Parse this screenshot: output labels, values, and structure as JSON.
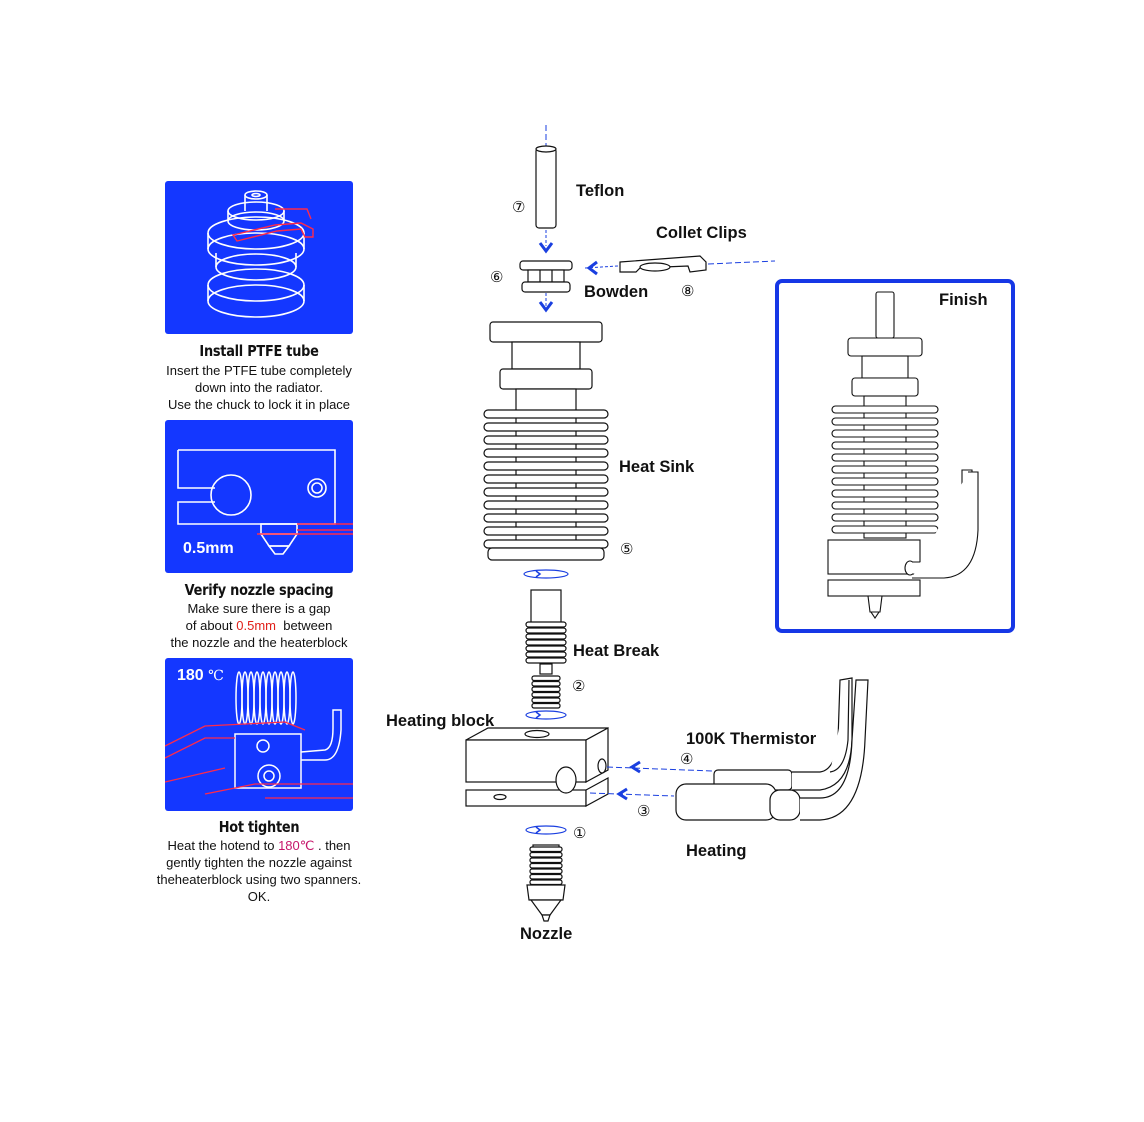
{
  "steps": [
    {
      "title": "Install PTFE tube",
      "lines": [
        "Insert the PTFE tube completely",
        "down into the radiator.",
        "Use the chuck to lock it in place"
      ]
    },
    {
      "title": "Verify nozzle spacing",
      "panel_label": "0.5mm",
      "line1": "Make sure there is a gap",
      "line2_pre": "of about ",
      "line2_highlight": "0.5mm",
      "line2_post": "  between",
      "line3": "the nozzle and the heaterblock"
    },
    {
      "title": "Hot tighten",
      "panel_label": "180",
      "panel_unit": "℃",
      "line1_pre": "Heat the hotend to ",
      "line1_highlight": "180℃",
      "line1_post": " . then",
      "line2": "gently tighten the nozzle against",
      "line3": "theheaterblock using two spanners.",
      "line4": "OK."
    }
  ],
  "parts": {
    "teflon": "Teflon",
    "collet_clips": "Collet Clips",
    "bowden": "Bowden",
    "heat_sink": "Heat Sink",
    "heat_break": "Heat Break",
    "heating_block": "Heating block",
    "thermistor": "100K Thermistor",
    "heating": "Heating",
    "nozzle": "Nozzle",
    "finish": "Finish"
  },
  "numbers": {
    "n1": "①",
    "n2": "②",
    "n3": "③",
    "n4": "④",
    "n5": "⑤",
    "n6": "⑥",
    "n7": "⑦",
    "n8": "⑧"
  },
  "colors": {
    "panel_blue": "#1437ff",
    "arrow_blue": "#1a3fe0",
    "highlight_red": "#e0201a",
    "highlight_magenta": "#c6166b"
  }
}
